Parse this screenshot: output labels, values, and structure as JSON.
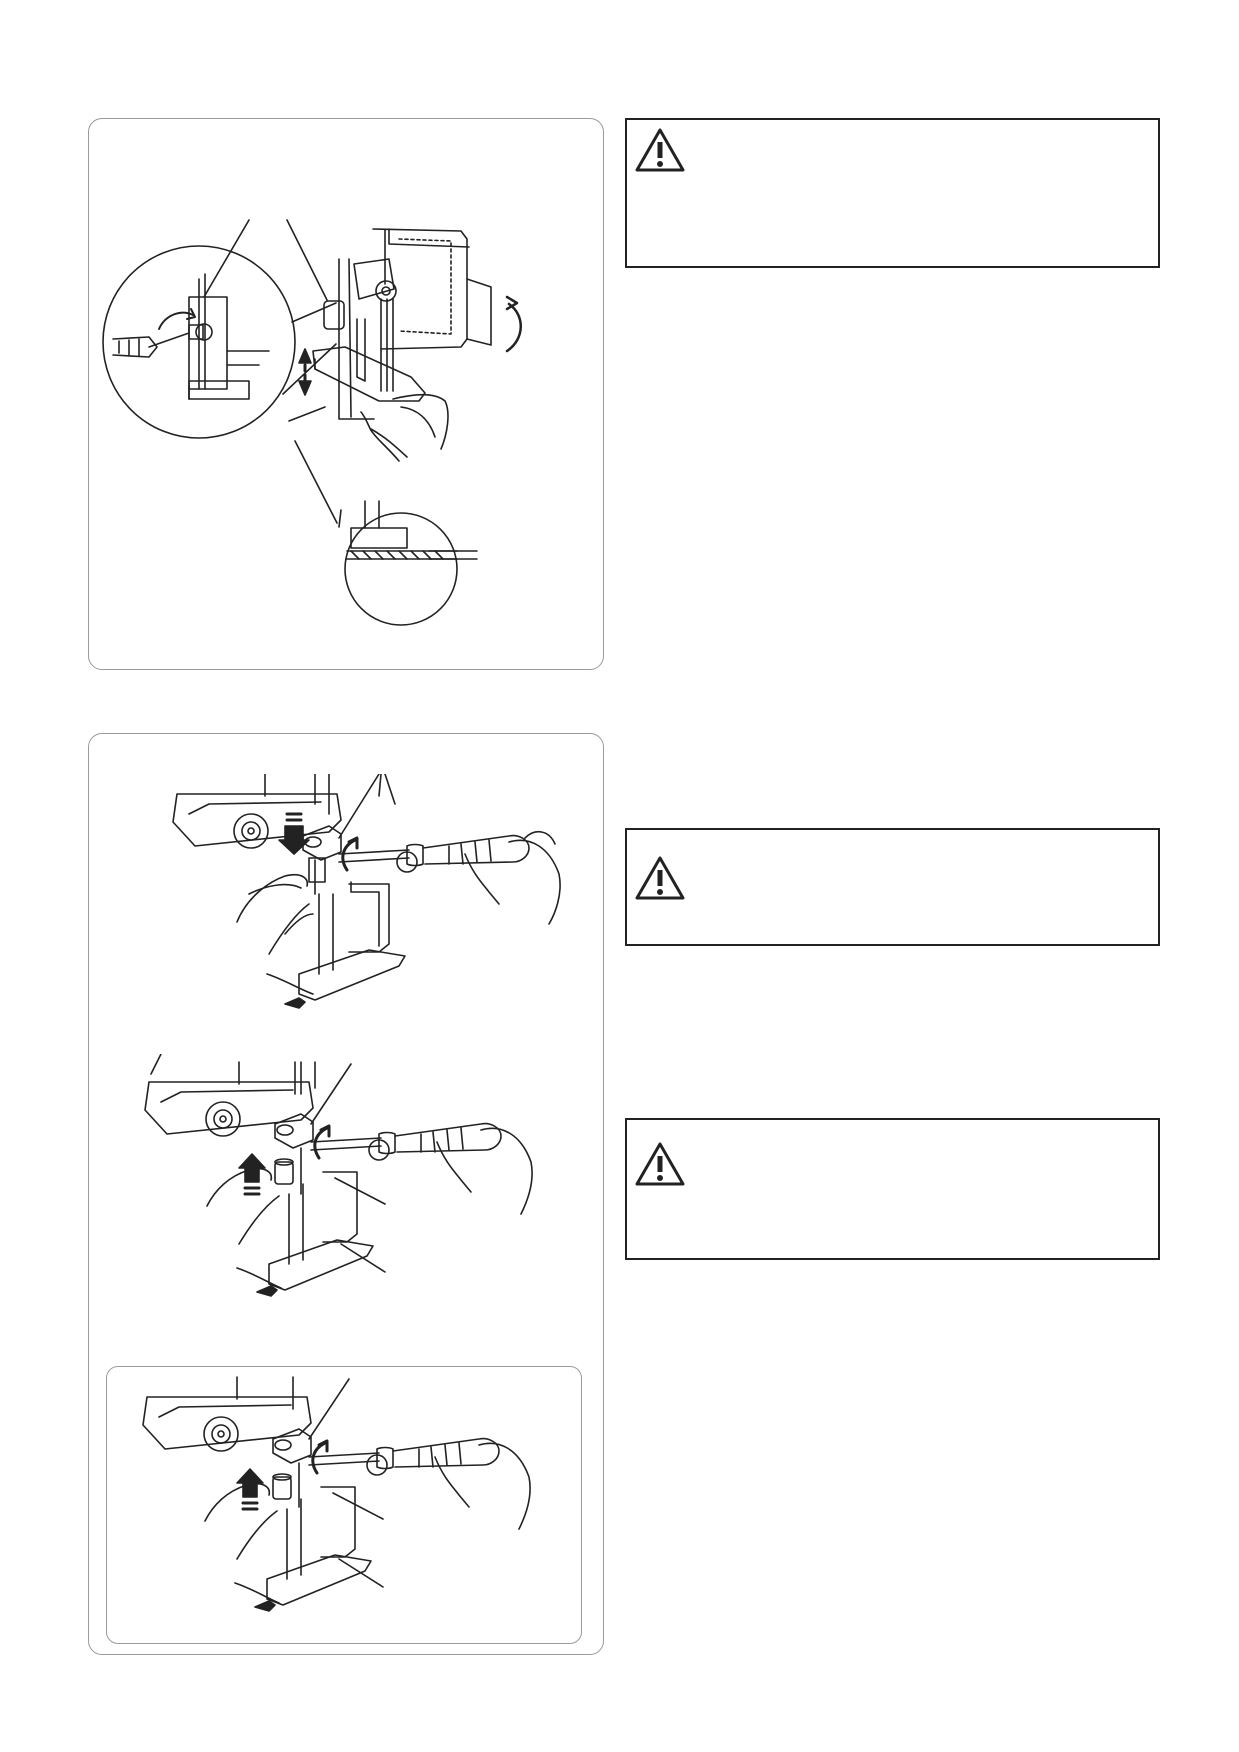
{
  "page": {
    "background": "#ffffff",
    "line_color": "#222222",
    "panel_border_color": "#9a9a9a"
  },
  "figures": [
    {
      "name": "presser-foot-adjustment-figure"
    },
    {
      "name": "needle-removal-figure"
    },
    {
      "name": "needle-insertion-figure"
    },
    {
      "name": "needle-insertion-alt-figure"
    }
  ],
  "warnings": [
    {
      "icon": "warning-triangle-icon",
      "text": ""
    },
    {
      "icon": "warning-triangle-icon",
      "text": ""
    },
    {
      "icon": "warning-triangle-icon",
      "text": ""
    }
  ]
}
